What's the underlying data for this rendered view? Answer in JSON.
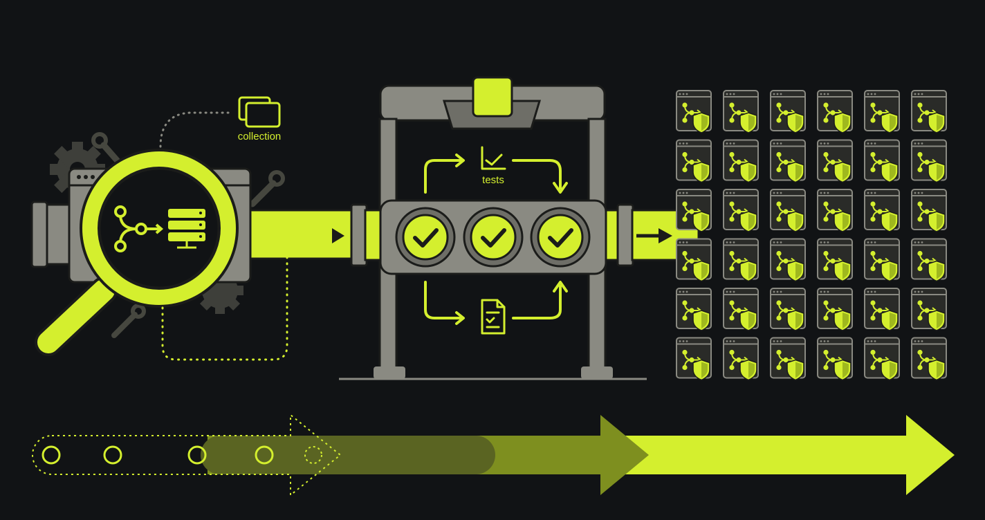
{
  "labels": {
    "collection": "collection",
    "tests": "tests"
  },
  "colors": {
    "background": "#111315",
    "accent": "#d4ef2e",
    "gray": "#8a8a82",
    "gray_dark": "#55564f",
    "outline": "#1b1c1a"
  },
  "icons": {
    "magnifier": "magnifying-glass-icon",
    "branch": "git-branch-icon",
    "server": "server-stack-icon",
    "gear": "gear-icon",
    "wrench": "wrench-icon",
    "collection": "cards-stack-icon",
    "check": "checkmark-icon",
    "chart": "chart-check-icon",
    "document": "document-checklist-icon",
    "shield": "shield-icon",
    "window": "browser-window-icon"
  },
  "grid": {
    "rows": 6,
    "columns": 6
  },
  "validation_checks": 3,
  "progress_dots": 5
}
